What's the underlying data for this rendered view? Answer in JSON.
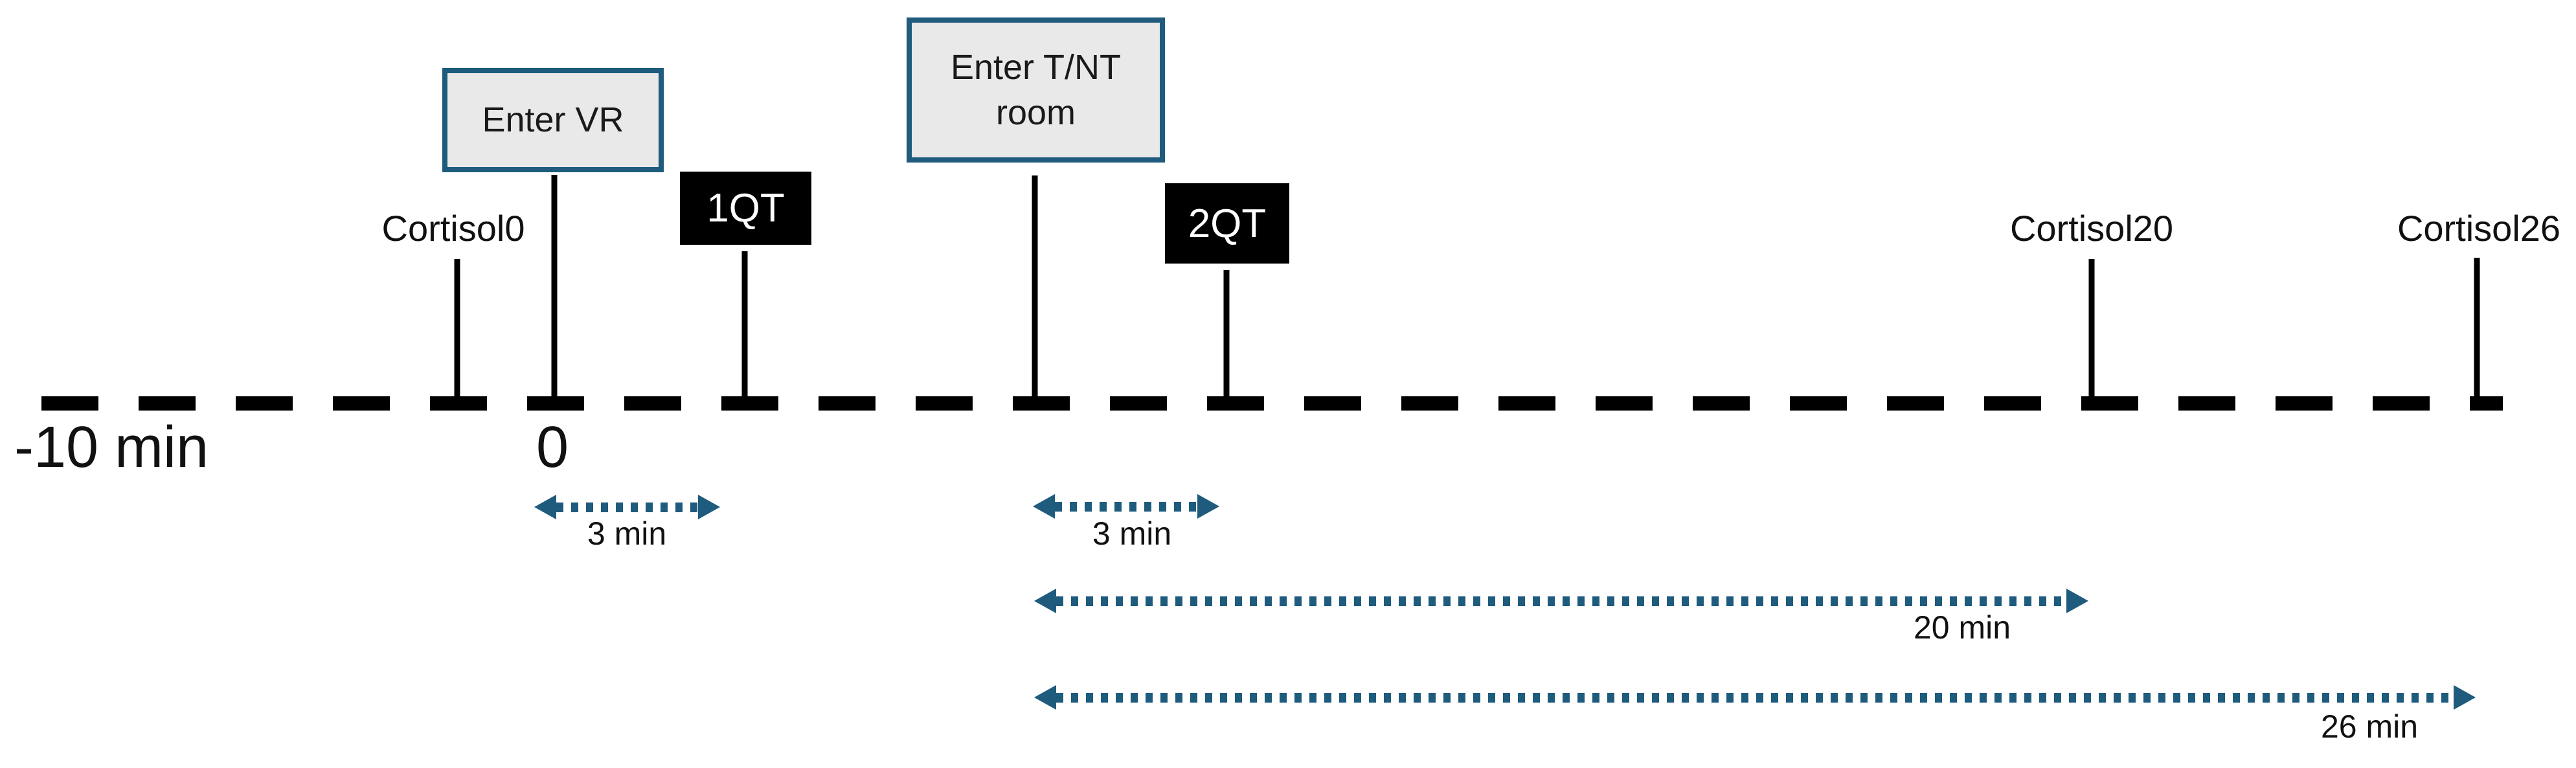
{
  "diagram": {
    "title": "experimental protocol timeline",
    "axis": {
      "start_label": "-10 min",
      "zero_label": "0"
    },
    "events": {
      "cortisol0": {
        "label": "Cortisol0"
      },
      "enter_vr": {
        "label": "Enter VR"
      },
      "qt1": {
        "label": "1QT"
      },
      "enter_tnt": {
        "label": "Enter T/NT room"
      },
      "qt2": {
        "label": "2QT"
      },
      "cortisol20": {
        "label": "Cortisol20"
      },
      "cortisol26": {
        "label": "Cortisol26"
      }
    },
    "intervals": [
      {
        "label": "3 min"
      },
      {
        "label": "3 min"
      },
      {
        "label": "20 min"
      },
      {
        "label": "26 min"
      }
    ],
    "colors": {
      "accent_blue": "#1e5b7d",
      "box_fill": "#e9e9e9",
      "black_box": "#000000"
    }
  }
}
